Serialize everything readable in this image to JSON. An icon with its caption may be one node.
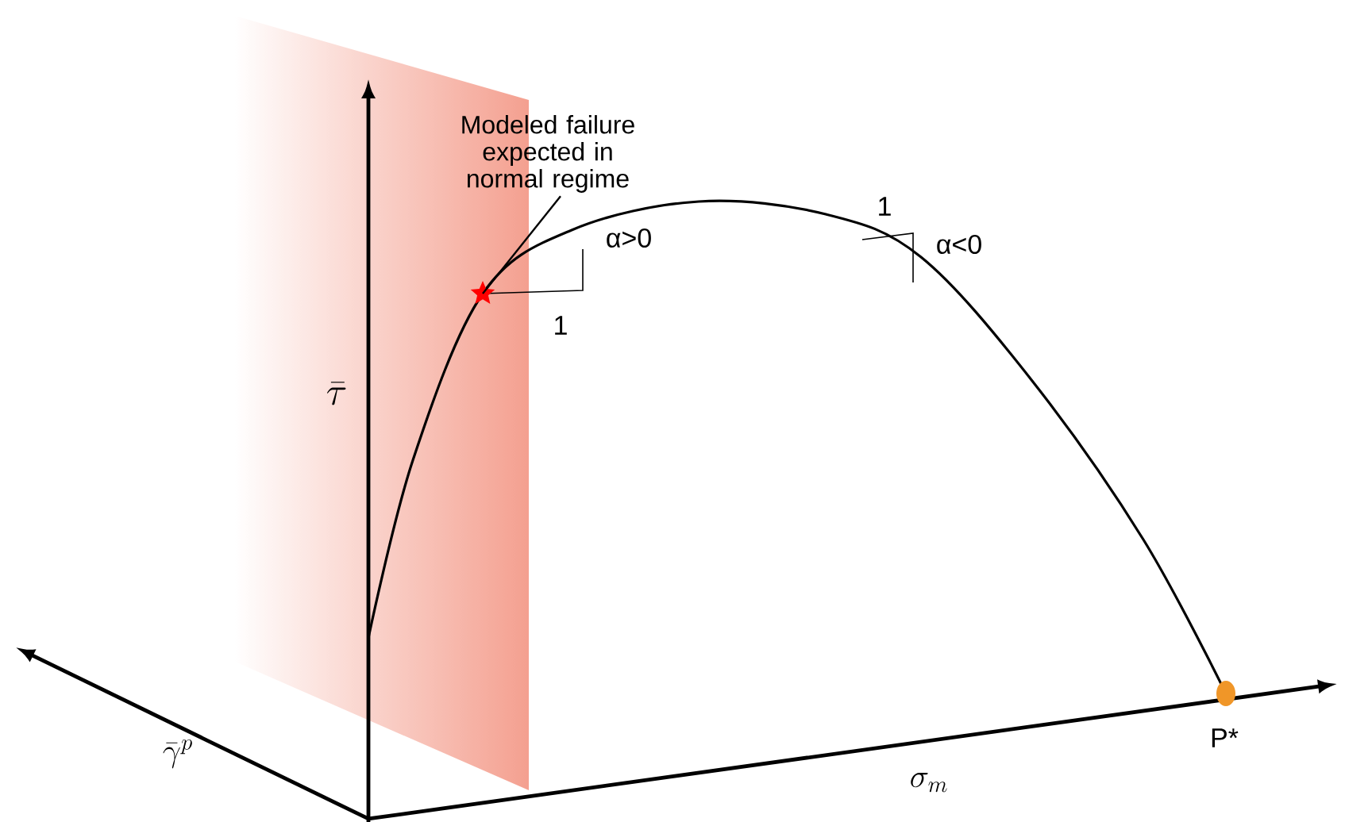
{
  "diagram": {
    "nodes": [
      {
        "text": [
          "Modeled failure expected in normal regime"
        ]
      },
      {
        "text": [],
        "shape": "star"
      }
    ],
    "edges": [
      {
        "from": 0,
        "to": 1,
        "arrow": "none"
      }
    ],
    "labels": [
      "\\bar{\\tau}",
      "1",
      "α>0",
      "1",
      "α<0",
      "\\bar{\\gamma}^{p}",
      "\\sigma_{m}",
      "P*"
    ]
  }
}
